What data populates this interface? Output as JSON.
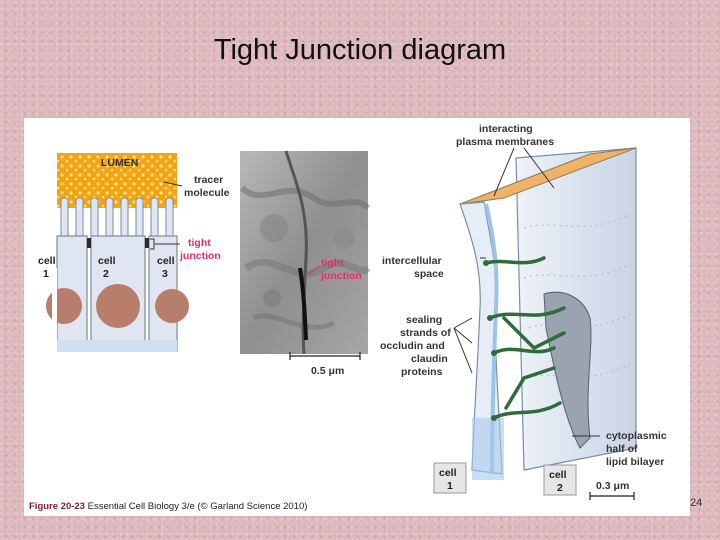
{
  "slide": {
    "title": "Tight Junction diagram",
    "number": "24"
  },
  "figure": {
    "caption_bold": "Figure 20-23",
    "caption_rest": " Essential Cell Biology 3/e (© Garland Science 2010)",
    "left_panel": {
      "lumen": "LUMEN",
      "tracer_line1": "tracer",
      "tracer_line2": "molecule",
      "tight_line1": "tight",
      "tight_line2": "junction",
      "cell1_word": "cell",
      "cell1_num": "1",
      "cell2_word": "cell",
      "cell2_num": "2",
      "cell3_word": "cell",
      "cell3_num": "3"
    },
    "micrograph": {
      "tight_line1": "tight",
      "tight_line2": "junction",
      "scale": "0.5 μm"
    },
    "right_panel": {
      "interacting_line1": "interacting",
      "interacting_line2": "plasma membranes",
      "intercellular_line1": "intercellular",
      "intercellular_line2": "space",
      "sealing_line1": "sealing",
      "sealing_line2": "strands of",
      "sealing_line3": "occludin and",
      "sealing_line4": "claudin",
      "sealing_line5": "proteins",
      "cyto_line1": "cytoplasmic",
      "cyto_line2": "half of",
      "cyto_line3": "lipid bilayer",
      "cell1_word": "cell",
      "cell1_num": "1",
      "cell2_word": "cell",
      "cell2_num": "2",
      "scale": "0.3 μm"
    }
  },
  "colors": {
    "lumen": "#f3a21c",
    "tracer_dots": "#ffe86a",
    "cell_fill": "#dfe6f2",
    "nucleus": "#b97d6c",
    "junction_label": "#e0306a",
    "sealing_strands": "#2f6b3c"
  }
}
